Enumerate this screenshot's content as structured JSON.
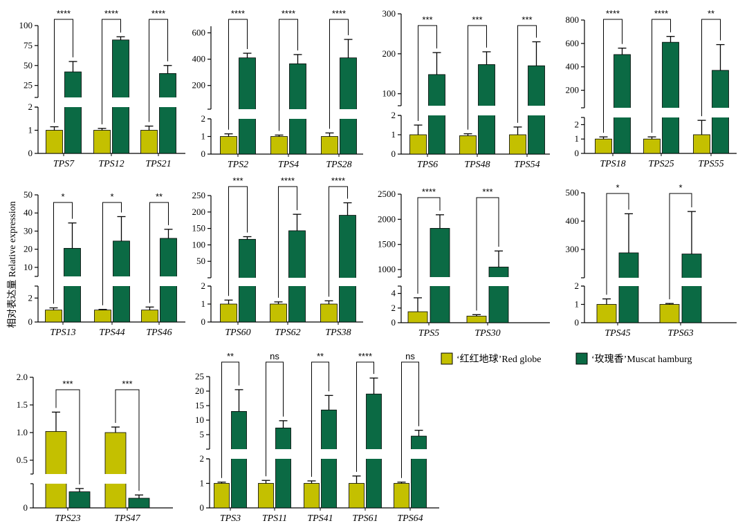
{
  "colors": {
    "red_globe": "#c4c000",
    "muscat_hamburg": "#0b6a44"
  },
  "y_axis_label": "相对表达量 Relative expression",
  "legend": {
    "red_globe": "‘红红地球’Red globe",
    "muscat_hamburg": "‘玫瑰香’Muscat hamburg"
  },
  "chart_data": [
    {
      "type": "bar",
      "id": "p1",
      "categories": [
        "TPS7",
        "TPS12",
        "TPS21"
      ],
      "series": [
        {
          "name": "‘红红地球’Red globe",
          "values": [
            1.0,
            1.0,
            1.0
          ],
          "errors": [
            0.15,
            0.08,
            0.18
          ]
        },
        {
          "name": "‘玫瑰香’Muscat hamburg",
          "values": [
            42,
            82,
            40
          ],
          "errors": [
            13,
            4,
            10
          ]
        }
      ],
      "significance": [
        "****",
        "****",
        "****"
      ],
      "broken_axis": {
        "lower": [
          0,
          2
        ],
        "upper": [
          10,
          100
        ]
      },
      "ticks_lower": [
        0,
        1,
        2
      ],
      "ticks_upper": [
        25,
        50,
        75,
        100
      ]
    },
    {
      "type": "bar",
      "id": "p2",
      "categories": [
        "TPS2",
        "TPS4",
        "TPS28"
      ],
      "series": [
        {
          "name": "‘红红地球’Red globe",
          "values": [
            1.0,
            1.0,
            1.0
          ],
          "errors": [
            0.15,
            0.08,
            0.2
          ]
        },
        {
          "name": "‘玫瑰香’Muscat hamburg",
          "values": [
            410,
            365,
            410
          ],
          "errors": [
            35,
            70,
            140
          ]
        }
      ],
      "significance": [
        "****",
        "****",
        "****"
      ],
      "broken_axis": {
        "lower": [
          0,
          2
        ],
        "upper": [
          20,
          650
        ]
      },
      "ticks_lower": [
        0,
        1,
        2
      ],
      "ticks_upper": [
        200,
        400,
        600
      ]
    },
    {
      "type": "bar",
      "id": "p3",
      "categories": [
        "TPS6",
        "TPS48",
        "TPS54"
      ],
      "series": [
        {
          "name": "‘红红地球’Red globe",
          "values": [
            1.0,
            0.95,
            1.0
          ],
          "errors": [
            0.5,
            0.1,
            0.4
          ]
        },
        {
          "name": "‘玫瑰香’Muscat hamburg",
          "values": [
            148,
            173,
            170
          ],
          "errors": [
            55,
            32,
            60
          ]
        }
      ],
      "significance": [
        "***",
        "***",
        "***"
      ],
      "broken_axis": {
        "lower": [
          0,
          2
        ],
        "upper": [
          70,
          300
        ]
      },
      "ticks_lower": [
        0,
        1,
        2
      ],
      "ticks_upper": [
        100,
        200,
        300
      ]
    },
    {
      "type": "bar",
      "id": "p4",
      "categories": [
        "TPS18",
        "TPS25",
        "TPS55"
      ],
      "series": [
        {
          "name": "‘红红地球’Red globe",
          "values": [
            1.0,
            1.0,
            1.3
          ],
          "errors": [
            0.15,
            0.15,
            1.0
          ]
        },
        {
          "name": "‘玫瑰香’Muscat hamburg",
          "values": [
            505,
            610,
            370
          ],
          "errors": [
            55,
            50,
            220
          ]
        }
      ],
      "significance": [
        "****",
        "****",
        "**"
      ],
      "broken_axis": {
        "lower": [
          0,
          2.5
        ],
        "upper": [
          50,
          800
        ]
      },
      "ticks_lower": [
        0,
        1,
        2
      ],
      "ticks_upper": [
        200,
        400,
        600,
        800
      ]
    },
    {
      "type": "bar",
      "id": "p5",
      "categories": [
        "TPS13",
        "TPS44",
        "TPS46"
      ],
      "series": [
        {
          "name": "‘红红地球’Red globe",
          "values": [
            1.0,
            1.0,
            1.0
          ],
          "errors": [
            0.18,
            0.05,
            0.25
          ]
        },
        {
          "name": "‘玫瑰香’Muscat hamburg",
          "values": [
            20.5,
            24.5,
            26
          ],
          "errors": [
            14,
            13.5,
            5
          ]
        }
      ],
      "significance": [
        "*",
        "*",
        "**"
      ],
      "broken_axis": {
        "lower": [
          0,
          3
        ],
        "upper": [
          5,
          50
        ]
      },
      "ticks_lower": [
        0,
        2
      ],
      "ticks_upper": [
        10,
        20,
        30,
        40,
        50
      ]
    },
    {
      "type": "bar",
      "id": "p6",
      "categories": [
        "TPS60",
        "TPS62",
        "TPS38"
      ],
      "series": [
        {
          "name": "‘红红地球’Red globe",
          "values": [
            1.0,
            1.0,
            1.0
          ],
          "errors": [
            0.22,
            0.12,
            0.18
          ]
        },
        {
          "name": "‘玫瑰香’Muscat hamburg",
          "values": [
            117,
            143,
            190
          ],
          "errors": [
            8,
            50,
            38
          ]
        }
      ],
      "significance": [
        "***",
        "****",
        "****"
      ],
      "broken_axis": {
        "lower": [
          0,
          2
        ],
        "upper": [
          0,
          250
        ]
      },
      "ticks_lower": [
        0,
        1,
        2
      ],
      "ticks_upper": [
        50,
        100,
        150,
        200,
        250
      ]
    },
    {
      "type": "bar",
      "id": "p7",
      "categories": [
        "TPS5",
        "TPS30"
      ],
      "series": [
        {
          "name": "‘红红地球’Red globe",
          "values": [
            1.5,
            0.9
          ],
          "errors": [
            1.9,
            0.2
          ]
        },
        {
          "name": "‘玫瑰香’Muscat hamburg",
          "values": [
            1820,
            1050
          ],
          "errors": [
            270,
            320
          ]
        }
      ],
      "significance": [
        "****",
        "***"
      ],
      "broken_axis": {
        "lower": [
          0,
          5
        ],
        "upper": [
          850,
          2500
        ]
      },
      "ticks_lower": [
        0,
        2,
        4
      ],
      "ticks_upper": [
        1000,
        1500,
        2000,
        2500
      ]
    },
    {
      "type": "bar",
      "id": "p8",
      "categories": [
        "TPS45",
        "TPS63"
      ],
      "series": [
        {
          "name": "‘红红地球’Red globe",
          "values": [
            1.0,
            1.0
          ],
          "errors": [
            0.3,
            0.05
          ]
        },
        {
          "name": "‘玫瑰香’Muscat hamburg",
          "values": [
            288,
            284
          ],
          "errors": [
            138,
            150
          ]
        }
      ],
      "significance": [
        "*",
        "*"
      ],
      "broken_axis": {
        "lower": [
          0,
          2
        ],
        "upper": [
          200,
          500
        ]
      },
      "ticks_lower": [
        0,
        1,
        2
      ],
      "ticks_upper": [
        300,
        400,
        500
      ]
    },
    {
      "type": "bar",
      "id": "p9",
      "categories": [
        "TPS23",
        "TPS47"
      ],
      "series": [
        {
          "name": "‘红红地球’Red globe",
          "values": [
            1.02,
            1.0
          ],
          "errors": [
            0.35,
            0.1
          ]
        },
        {
          "name": "‘玫瑰香’Muscat hamburg",
          "values": [
            0.1,
            0.06
          ],
          "errors": [
            0.02,
            0.02
          ]
        }
      ],
      "significance": [
        "***",
        "***"
      ],
      "ticks": [
        0.5,
        1.0,
        1.5,
        2.0
      ],
      "tick_labels": [
        "0.5",
        "1.0",
        "1.5",
        "2.0"
      ]
    },
    {
      "type": "bar",
      "id": "p10",
      "categories": [
        "TPS3",
        "TPS11",
        "TPS41",
        "TPS61",
        "TPS64"
      ],
      "series": [
        {
          "name": "‘红红地球’Red globe",
          "values": [
            1.0,
            1.0,
            1.0,
            1.0,
            1.0
          ],
          "errors": [
            0.05,
            0.12,
            0.1,
            0.3,
            0.05
          ]
        },
        {
          "name": "‘玫瑰香’Muscat hamburg",
          "values": [
            13,
            7.3,
            13.5,
            19,
            4.5
          ],
          "errors": [
            7.5,
            2.5,
            5,
            5.5,
            2
          ]
        }
      ],
      "significance": [
        "**",
        "ns",
        "**",
        "****",
        "ns"
      ],
      "broken_axis": {
        "lower": [
          0,
          2
        ],
        "upper": [
          0,
          25
        ]
      },
      "ticks_lower": [
        0,
        1,
        2
      ],
      "ticks_upper": [
        5,
        10,
        15,
        20,
        25
      ]
    }
  ]
}
